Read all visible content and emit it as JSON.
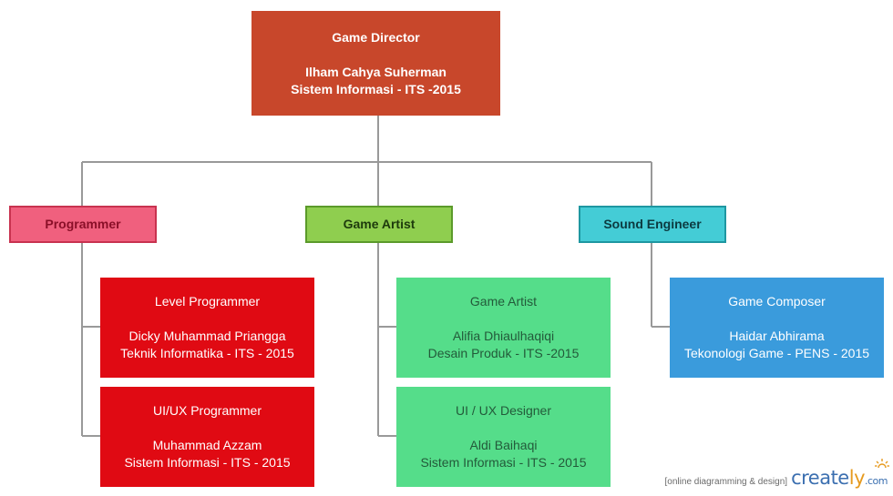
{
  "director": {
    "role": "Game Director",
    "name": "Ilham Cahya Suherman",
    "affiliation": "Sistem Informasi - ITS -2015"
  },
  "departments": {
    "programmer": "Programmer",
    "artist": "Game Artist",
    "sound": "Sound Engineer"
  },
  "members": {
    "level_programmer": {
      "role": "Level Programmer",
      "name": "Dicky Muhammad Priangga",
      "affiliation": "Teknik Informatika - ITS - 2015"
    },
    "uiux_programmer": {
      "role": "UI/UX Programmer",
      "name": "Muhammad Azzam",
      "affiliation": "Sistem Informasi - ITS - 2015"
    },
    "game_artist": {
      "role": "Game Artist",
      "name": "Alifia Dhiaulhaqiqi",
      "affiliation": "Desain Produk - ITS -2015"
    },
    "uiux_designer": {
      "role": "UI / UX Designer",
      "name": "Aldi Baihaqi",
      "affiliation": "Sistem Informasi - ITS - 2015"
    },
    "composer": {
      "role": "Game Composer",
      "name": "Haidar Abhirama",
      "affiliation": "Tekonologi Game - PENS - 2015"
    }
  },
  "colors": {
    "director": "#c8472b",
    "programmer_header": "#f0607e",
    "artist_header": "#8fce4f",
    "sound_header": "#44ccd6",
    "programmer_member": "#e00a13",
    "artist_member": "#55dd8a",
    "sound_member": "#3a9bdc",
    "connector": "#999999"
  },
  "watermark": {
    "tagline": "[online diagramming & design]",
    "brand_part1": "create",
    "brand_part2": "ly",
    "brand_part3": ".com"
  }
}
